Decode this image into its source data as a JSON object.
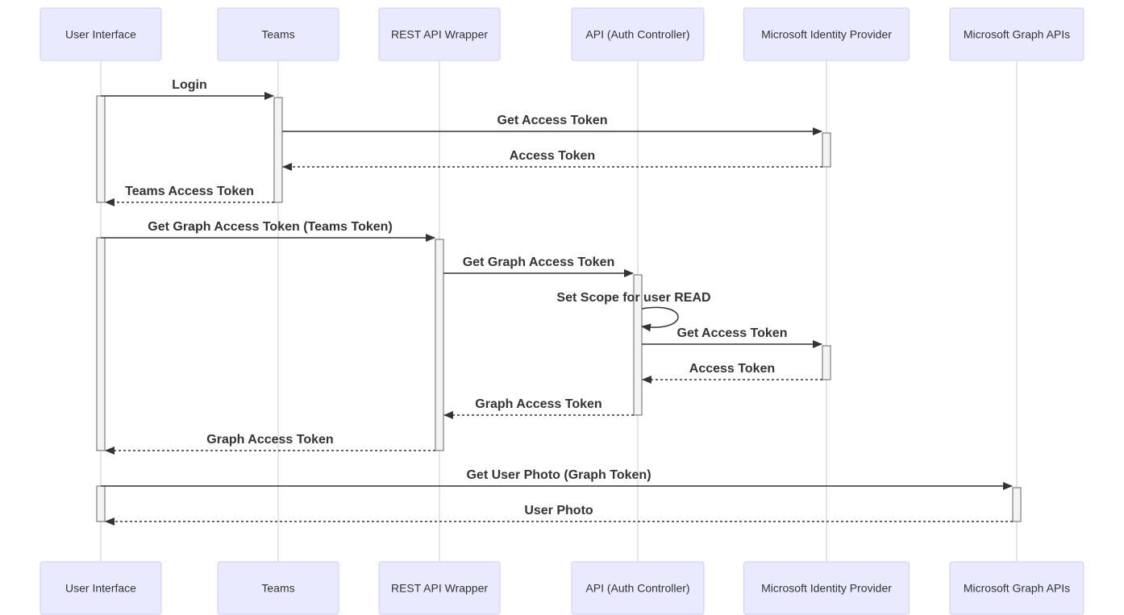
{
  "participants": [
    {
      "id": "ui",
      "label": "User Interface"
    },
    {
      "id": "teams",
      "label": "Teams"
    },
    {
      "id": "rest",
      "label": "REST API Wrapper"
    },
    {
      "id": "api",
      "label": "API (Auth Controller)"
    },
    {
      "id": "idp",
      "label": "Microsoft Identity Provider"
    },
    {
      "id": "graph",
      "label": "Microsoft Graph APIs"
    }
  ],
  "messages": [
    {
      "from": "ui",
      "to": "teams",
      "label": "Login",
      "style": "solid"
    },
    {
      "from": "teams",
      "to": "idp",
      "label": "Get Access Token",
      "style": "solid"
    },
    {
      "from": "idp",
      "to": "teams",
      "label": "Access Token",
      "style": "dashed"
    },
    {
      "from": "teams",
      "to": "ui",
      "label": "Teams Access Token",
      "style": "dashed"
    },
    {
      "from": "ui",
      "to": "rest",
      "label": "Get Graph Access Token (Teams Token)",
      "style": "solid"
    },
    {
      "from": "rest",
      "to": "api",
      "label": "Get Graph Access Token",
      "style": "solid"
    },
    {
      "from": "api",
      "to": "api",
      "label": "Set Scope for user READ",
      "style": "solid"
    },
    {
      "from": "api",
      "to": "idp",
      "label": "Get Access Token",
      "style": "solid"
    },
    {
      "from": "idp",
      "to": "api",
      "label": "Access Token",
      "style": "dashed"
    },
    {
      "from": "api",
      "to": "rest",
      "label": "Graph Access Token",
      "style": "dashed"
    },
    {
      "from": "rest",
      "to": "ui",
      "label": "Graph Access Token",
      "style": "dashed"
    },
    {
      "from": "ui",
      "to": "graph",
      "label": "Get User Photo (Graph Token)",
      "style": "solid"
    },
    {
      "from": "graph",
      "to": "ui",
      "label": "User Photo",
      "style": "dashed"
    }
  ],
  "activations": [
    {
      "participant": "ui",
      "start": 0,
      "end": 3
    },
    {
      "participant": "teams",
      "start": 0,
      "end": 3
    },
    {
      "participant": "idp",
      "start": 1,
      "end": 2
    },
    {
      "participant": "ui",
      "start": 4,
      "end": 10
    },
    {
      "participant": "rest",
      "start": 4,
      "end": 10
    },
    {
      "participant": "api",
      "start": 5,
      "end": 9
    },
    {
      "participant": "idp",
      "start": 7,
      "end": 8
    },
    {
      "participant": "ui",
      "start": 11,
      "end": 12
    },
    {
      "participant": "graph",
      "start": 11,
      "end": 12
    }
  ]
}
